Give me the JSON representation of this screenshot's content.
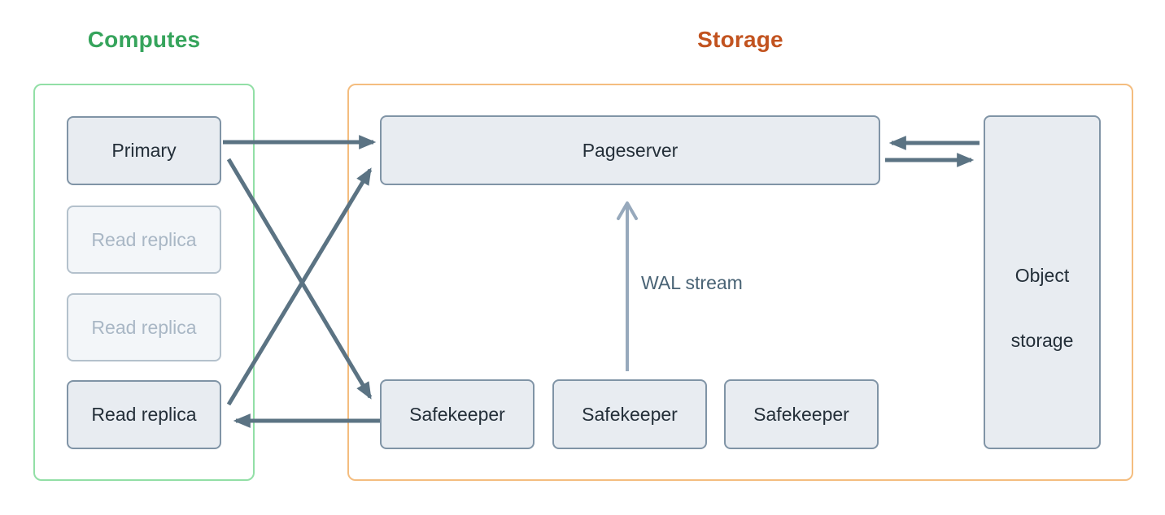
{
  "computes": {
    "title": "Computes",
    "nodes": [
      {
        "label": "Primary",
        "state": "active"
      },
      {
        "label": "Read replica",
        "state": "inactive"
      },
      {
        "label": "Read replica",
        "state": "inactive"
      },
      {
        "label": "Read replica",
        "state": "active"
      }
    ]
  },
  "storage": {
    "title": "Storage",
    "pageserver_label": "Pageserver",
    "safekeepers": [
      "Safekeeper",
      "Safekeeper",
      "Safekeeper"
    ],
    "object_storage": {
      "line1": "Object",
      "line2": "storage"
    }
  },
  "edges": {
    "wal_stream_label": "WAL stream",
    "list": [
      {
        "from": "primary",
        "to": "pageserver"
      },
      {
        "from": "primary",
        "to": "safekeeper-1"
      },
      {
        "from": "read-replica-3",
        "to": "pageserver"
      },
      {
        "from": "safekeeper-1",
        "to": "read-replica-3"
      },
      {
        "from": "object-storage",
        "to": "pageserver"
      },
      {
        "from": "pageserver",
        "to": "object-storage"
      },
      {
        "from": "safekeeper-2",
        "to": "pageserver",
        "label": "WAL stream"
      }
    ]
  },
  "colors": {
    "computes_accent": "#36a45c",
    "computes_border": "#92dfa6",
    "storage_accent": "#c2531f",
    "storage_border": "#f4bd7f",
    "node_fill": "#e8ecf1",
    "node_border": "#8094a6",
    "node_text": "#242f39",
    "inactive_fill": "#f3f6f9",
    "inactive_border": "#b4c1cc",
    "inactive_text": "#a9b7c5",
    "arrow": "#5b7383",
    "wal_arrow": "#97a9bc",
    "wal_text": "#496375"
  }
}
